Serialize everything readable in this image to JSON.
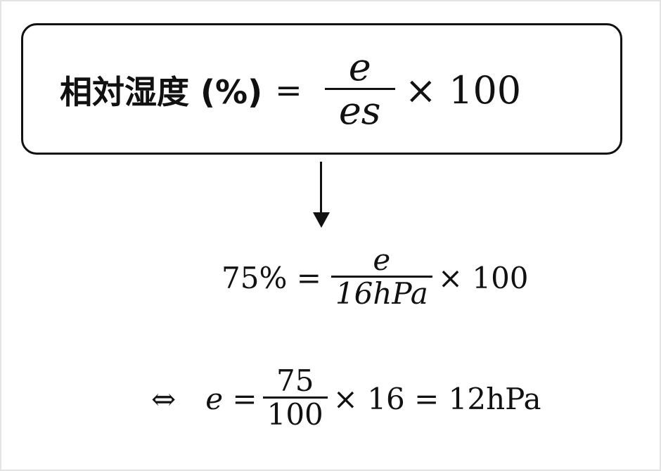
{
  "formula_box": {
    "label": "相対湿度 (%)",
    "equals": "=",
    "numerator": "e",
    "denominator": "es",
    "multiplier": "× 100"
  },
  "arrow_icon": "down-arrow",
  "step1": {
    "lhs": "75% =",
    "numerator": "e",
    "denominator": "16hPa",
    "multiplier": "× 100"
  },
  "step2": {
    "equiv": "⇔",
    "lhs": "e =",
    "numerator": "75",
    "denominator": "100",
    "rest": "× 16 = 12hPa"
  }
}
